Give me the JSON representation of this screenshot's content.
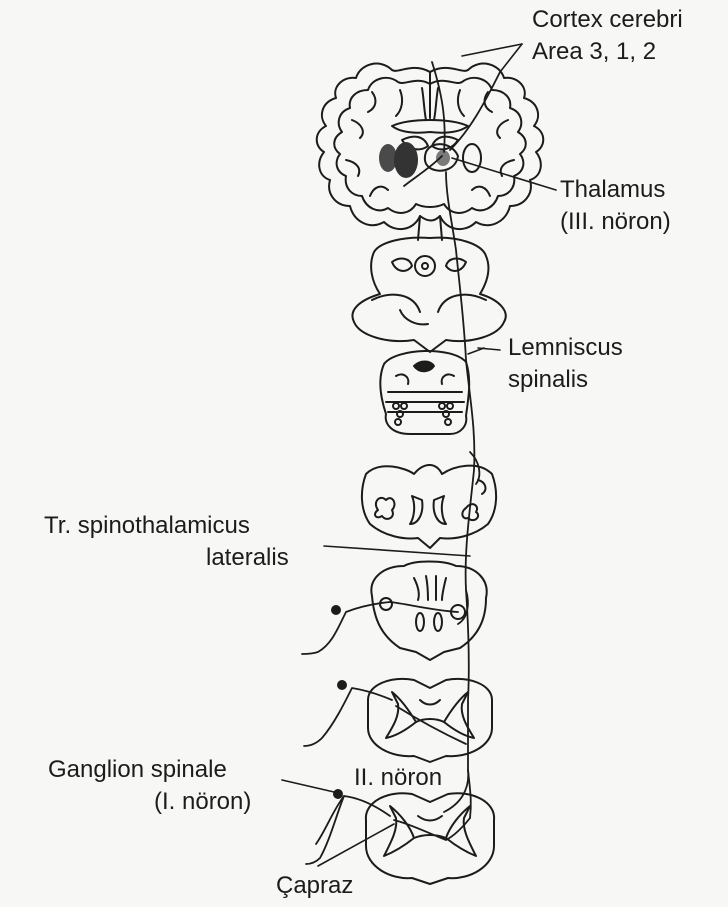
{
  "labels": {
    "cortex_title": "Cortex cerebri",
    "cortex_area": "Area 3, 1, 2",
    "thalamus": "Thalamus",
    "thalamus_neuron": "(III. nöron)",
    "lemniscus_1": "Lemniscus",
    "lemniscus_2": "spinalis",
    "tract_1": "Tr. spinothalamicus",
    "tract_2": "lateralis",
    "ganglion_1": "Ganglion spinale",
    "ganglion_2": "(I. nöron)",
    "neuron_2": "II. nöron",
    "decussation": "Çapraz"
  },
  "colors": {
    "ink": "#1c1c1c",
    "background": "#f7f7f6",
    "bleed_text": "#d6d6d6"
  }
}
